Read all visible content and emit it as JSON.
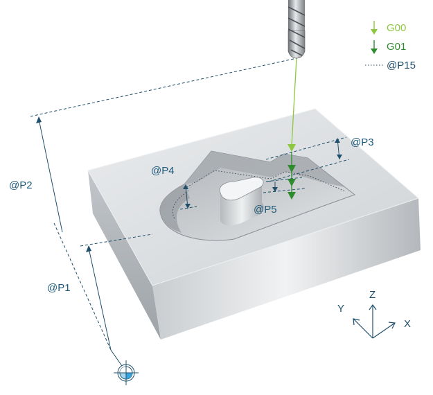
{
  "legend": {
    "items": [
      {
        "label": "G00",
        "color": "#8dc63f",
        "icon": "arrow-down-icon"
      },
      {
        "label": "G01",
        "color": "#2e8b2e",
        "icon": "arrow-down-icon"
      },
      {
        "label": "@P15",
        "color": "#1f4f6b",
        "icon": "dotted-line-icon"
      }
    ]
  },
  "dimensions": {
    "p1": "@P1",
    "p2": "@P2",
    "p3": "@P3",
    "p4": "@P4",
    "p5": "@P5"
  },
  "axes": {
    "x": "X",
    "y": "Y",
    "z": "Z"
  },
  "colors": {
    "dimension": "#1f4f6b",
    "g00": "#8dc63f",
    "g01": "#2e8b2e",
    "block_top": "#d9dcdf",
    "block_side": "#b9bdc1"
  }
}
